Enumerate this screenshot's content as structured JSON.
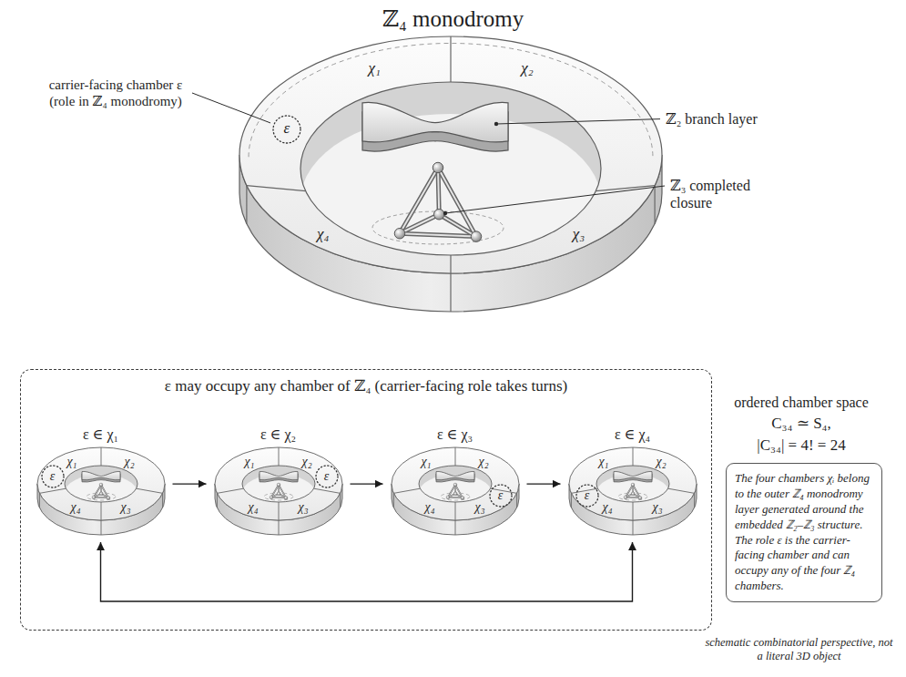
{
  "diagram": {
    "title": "ℤ₄ monodromy",
    "nodes": [
      {
        "text": [
          "χ₁",
          "χ₂",
          "χ₄",
          "χ₃"
        ]
      },
      {
        "text": [
          "ε"
        ],
        "in": 0
      },
      {
        "text": [
          "ε may occupy any chamber of ℤ₄ (carrier-facing role takes turns)"
        ]
      },
      {
        "text": [
          "ε ∈ χ₁",
          "χ₁",
          "χ₂",
          "χ₄",
          "χ₃"
        ],
        "in": 2
      },
      {
        "text": [
          "ε"
        ],
        "in": 3
      },
      {
        "text": [
          "ε ∈ χ₂",
          "χ₁",
          "χ₂",
          "χ₄",
          "χ₃"
        ],
        "in": 2
      },
      {
        "text": [
          "ε"
        ],
        "in": 5
      },
      {
        "text": [
          "ε ∈ χ₃",
          "χ₁",
          "χ₂",
          "χ₄",
          "χ₃"
        ],
        "in": 2
      },
      {
        "text": [
          "ε"
        ],
        "in": 7
      },
      {
        "text": [
          "ε ∈ χ₄",
          "χ₁",
          "χ₂",
          "χ₄",
          "χ₃"
        ],
        "in": 2
      },
      {
        "text": [
          "ε"
        ],
        "in": 9
      },
      {
        "text": [
          "The four chambers χᵢ belong to the outer ℤ₄ monodromy layer generated around the embedded ℤ₂–ℤ₃ structure. The role ε is the carrier-facing chamber and can occupy any of the four ℤ₄ chambers."
        ]
      }
    ],
    "edges": [
      {
        "from": 3,
        "to": 5,
        "arrow": "to"
      },
      {
        "from": 5,
        "to": 7,
        "arrow": "to"
      },
      {
        "from": 7,
        "to": 9,
        "arrow": "to"
      },
      {
        "from": 9,
        "to": 3,
        "arrow": "both"
      }
    ],
    "labels": [
      "carrier-facing chamber ε (role in ℤ₄ monodromy)",
      "ℤ₂ branch layer",
      "ℤ₃ completed closure",
      "ordered chamber space",
      "C₃₄ ≃ S₄,",
      "|C₃₄| = 4! = 24",
      "schematic combinatorial perspective, not a literal 3D object"
    ]
  }
}
